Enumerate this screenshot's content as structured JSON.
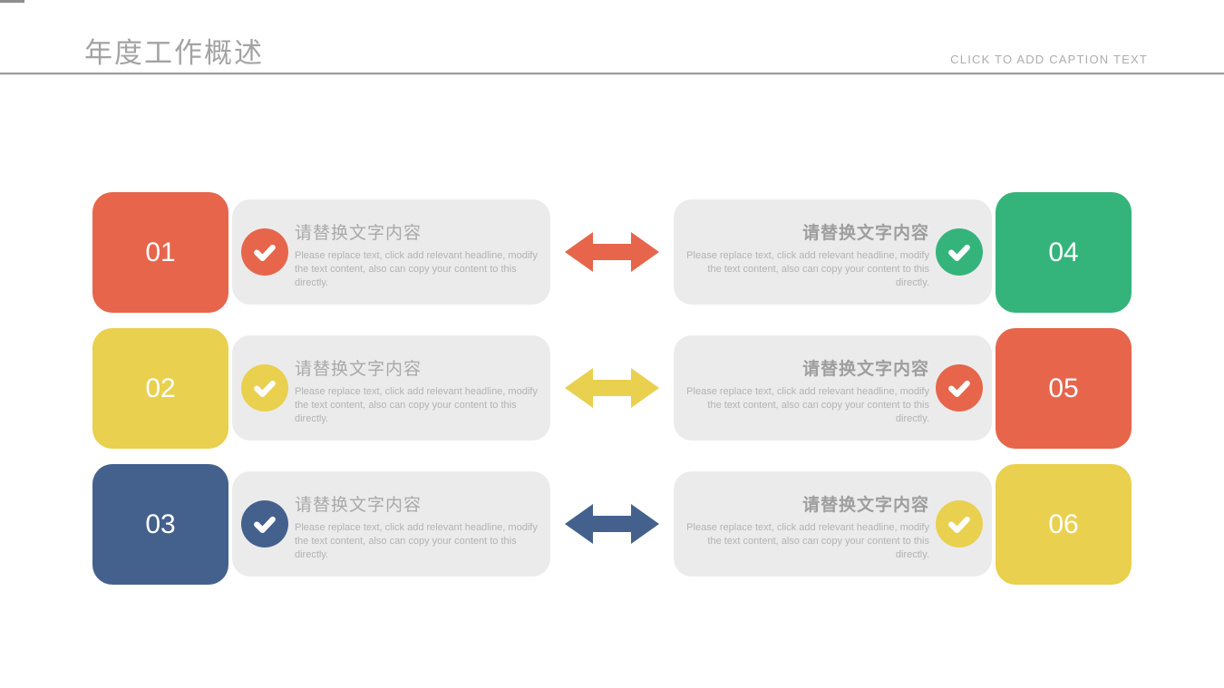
{
  "header": {
    "title": "年度工作概述",
    "caption": "CLICK TO ADD CAPTION TEXT"
  },
  "palette": {
    "red": "#e6654b",
    "yellow": "#e9d04e",
    "blue": "#44618d",
    "green": "#34b47b",
    "panel_gray": "#ebebeb"
  },
  "items": [
    {
      "number": "01",
      "accent": "red",
      "title": "请替换文字内容",
      "body": "Please replace text, click add relevant headline, modify the text content, also can copy your content to this directly."
    },
    {
      "number": "02",
      "accent": "yellow",
      "title": "请替换文字内容",
      "body": "Please replace text, click add relevant headline, modify the text content, also can copy your content to this directly."
    },
    {
      "number": "03",
      "accent": "blue",
      "title": "请替换文字内容",
      "body": "Please replace text, click add relevant headline, modify the text content, also can copy your content to this directly."
    },
    {
      "number": "04",
      "accent": "green",
      "title": "请替换文字内容",
      "body": "Please replace text, click add relevant headline, modify the text content, also can copy your content to this directly."
    },
    {
      "number": "05",
      "accent": "red",
      "title": "请替换文字内容",
      "body": "Please replace text, click add relevant headline, modify the text content, also can copy your content to this directly."
    },
    {
      "number": "06",
      "accent": "yellow",
      "title": "请替换文字内容",
      "body": "Please replace text, click add relevant headline, modify the text content, also can copy your content to this directly."
    }
  ],
  "arrows": [
    {
      "accent": "red"
    },
    {
      "accent": "yellow"
    },
    {
      "accent": "blue"
    }
  ]
}
